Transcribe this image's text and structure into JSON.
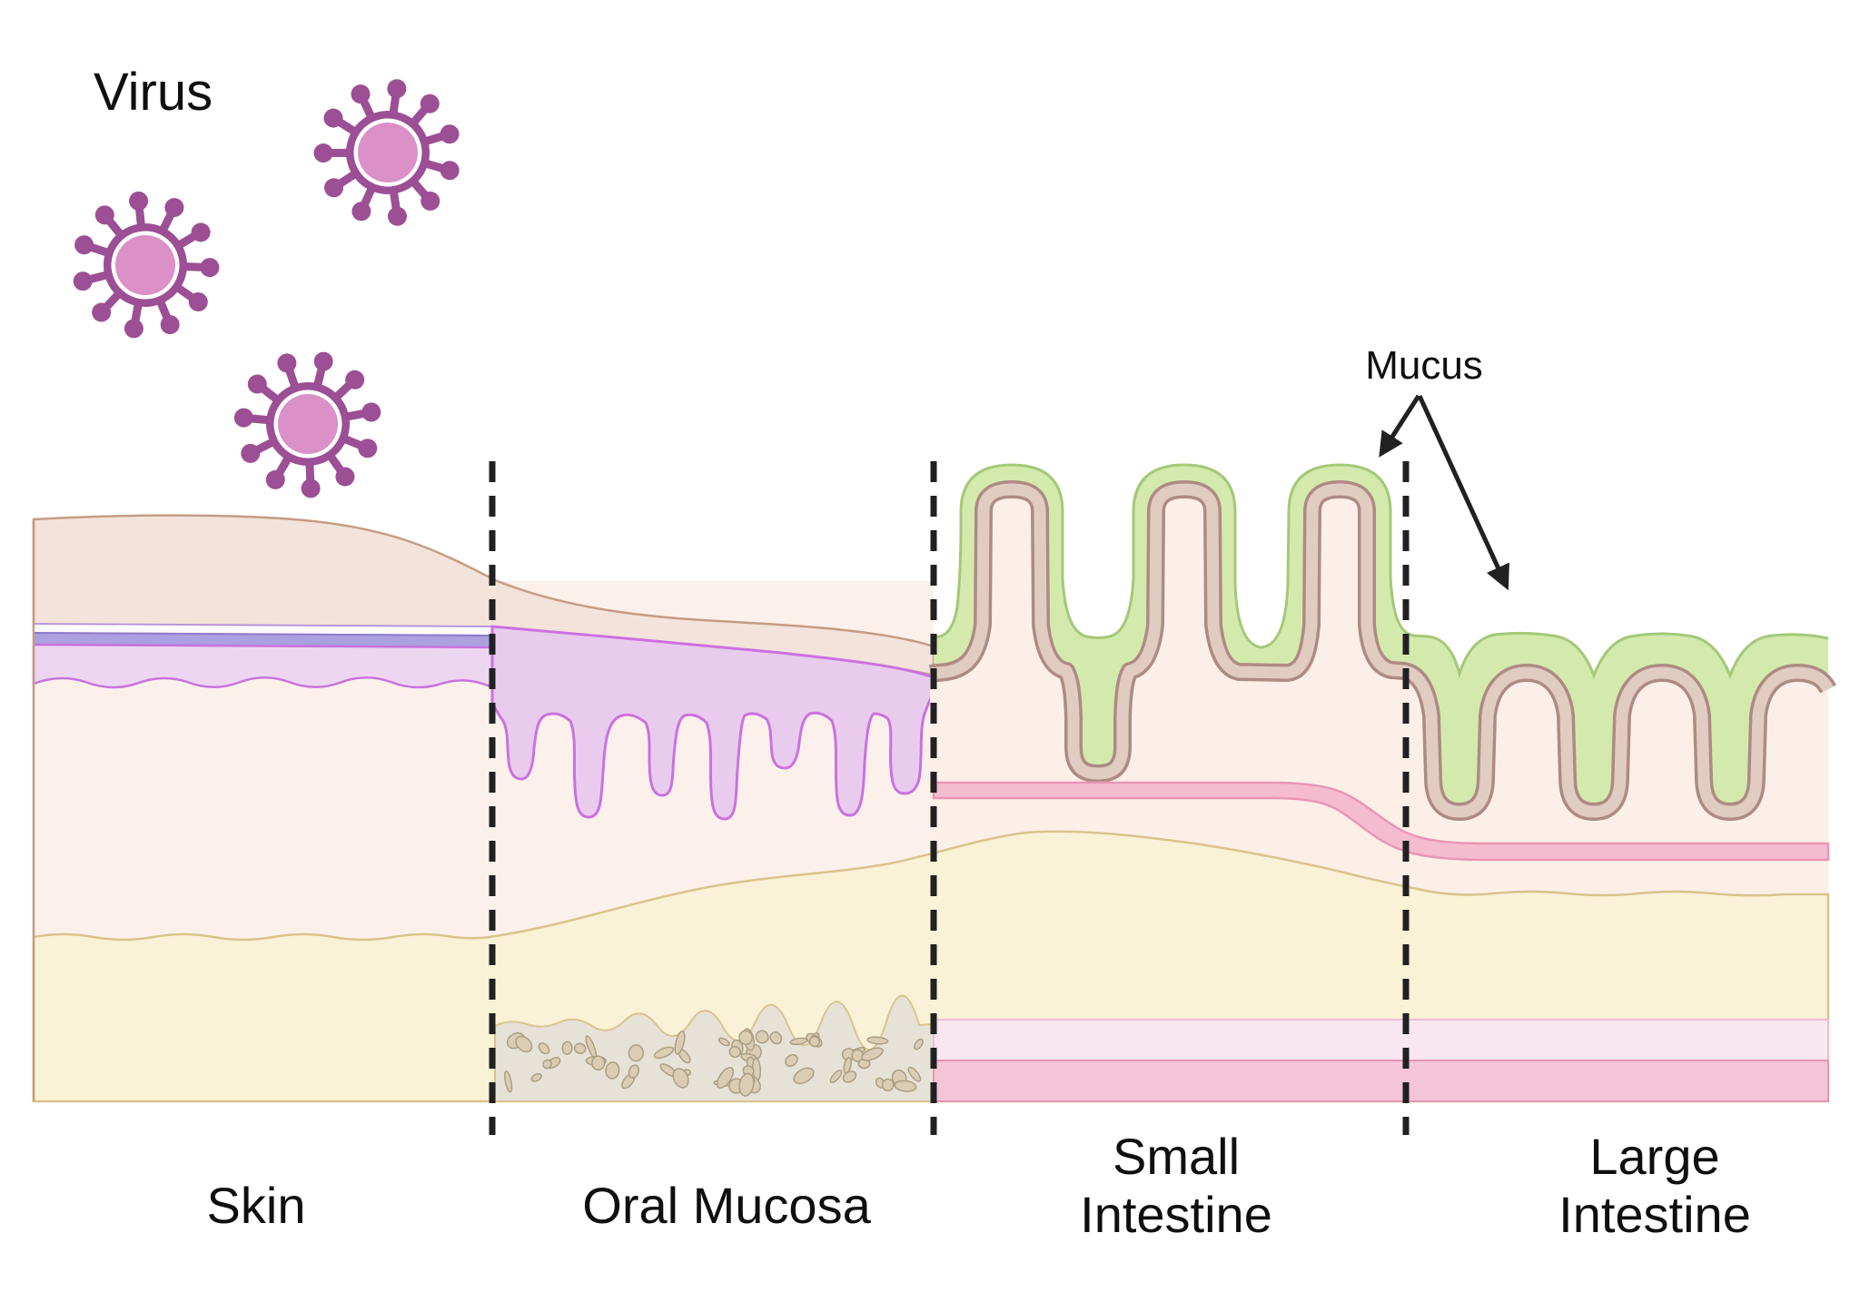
{
  "labels": {
    "virus": "Virus",
    "mucus": "Mucus"
  },
  "sections": [
    {
      "id": "skin",
      "label": "Skin"
    },
    {
      "id": "oral-mucosa",
      "label": "Oral Mucosa"
    },
    {
      "id": "small-intestine",
      "label": "Small Intestine"
    },
    {
      "id": "large-intestine",
      "label": "Large Intestine"
    }
  ],
  "colors": {
    "background": "#ffffff",
    "text": "#0f0f0f",
    "line": "#212121",
    "virus_outer": "#9c4f95",
    "virus_inner": "#db90c7",
    "epidermis": "#f4e3da",
    "epidermis_border": "#c49c84",
    "band_white": "#fcfaff",
    "band_white_border": "#b490d8",
    "band_periwinkle": "#aba0e0",
    "band_periwinkle_border": "#8c7bc8",
    "band_lavender": "#eed6f2",
    "band_lavender_border": "#c873dc",
    "mucosa_purple": "#e9cbee",
    "mucosa_border": "#cb71df",
    "dermis": "#fcf1ea",
    "cream": "#fcefe8",
    "yellow": "#faf2d6",
    "yellow_border": "#d9c38d",
    "bone": "#e7e2d7",
    "bone_border": "#d9c490",
    "speckle": "#dacdb4",
    "speckle_border": "#ab9f83",
    "mucus_green": "#d4eaad",
    "mucus_green_border": "#a4c878",
    "epithelium": "#e1ccc2",
    "epithelium_border": "#ad8b83",
    "pink_band": "#f5bcd0",
    "pink_band_border": "#e996b6",
    "pink_light": "#f8e6f0",
    "pink_light_border": "#eebbd6",
    "pink_dark": "#f4c4d7",
    "pink_dark_border": "#e795b4"
  }
}
